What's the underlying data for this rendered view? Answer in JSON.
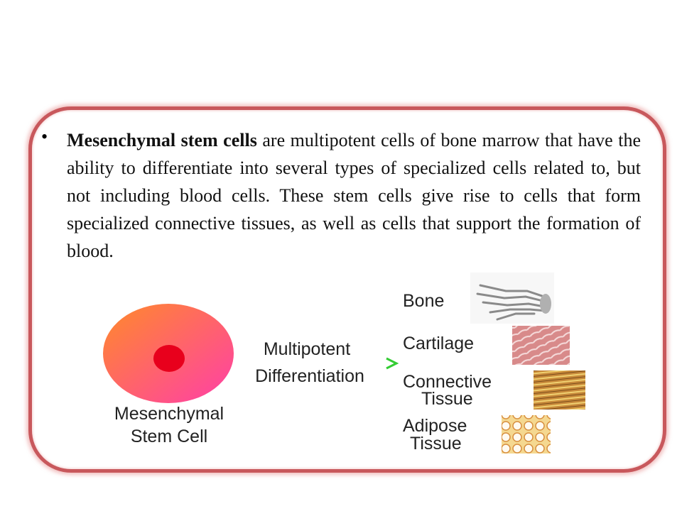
{
  "description": {
    "bullet": "•",
    "term": "Mesenchymal stem cells",
    "text": " are multipotent cells of bone marrow that have the ability to differentiate into several types of specialized cells related to, but not including blood cells. These stem cells give rise to cells that form specialized connective tissues, as well as cells that support the formation of blood."
  },
  "diagram": {
    "source_label_line1": "Mesenchymal",
    "source_label_line2": "Stem Cell",
    "arrow_label_line1": "Multipotent",
    "arrow_label_line2": "Differentiation",
    "targets": [
      {
        "line1": "Bone",
        "line2": "",
        "image": "hand-skeleton-image"
      },
      {
        "line1": "Cartilage",
        "line2": "",
        "image": "cartilage-tissue-image"
      },
      {
        "line1": "Connective",
        "line2": "Tissue",
        "image": "connective-tissue-image"
      },
      {
        "line1": "Adipose",
        "line2": "Tissue",
        "image": "adipose-tissue-image"
      }
    ]
  },
  "colors": {
    "frame_border": "#c8585c",
    "cell_gradient_start": "#ff7a2e",
    "cell_gradient_end": "#ff4aa0",
    "nucleus": "#e8001c",
    "arrow_start": "#cc33cc",
    "arrow_end": "#33cc33"
  }
}
